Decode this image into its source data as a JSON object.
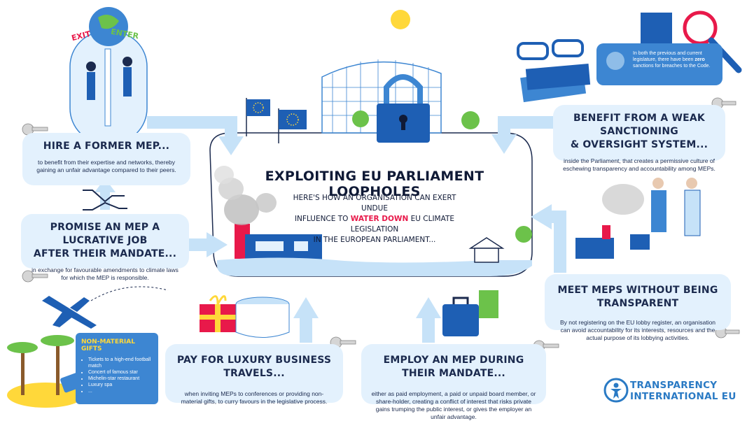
{
  "title": "EXPLOITING EU PARLIAMENT LOOPHOLES",
  "subtitle": {
    "line1": "HERE'S HOW AN ORGANISATION CAN EXERT UNDUE",
    "line2_pre": "INFLUENCE TO",
    "highlight": "WATER DOWN",
    "line2_post": "EU CLIMATE LEGISLATION",
    "line3": "IN THE EUROPEAN PARLIAMENT..."
  },
  "doors": {
    "exit": "EXIT",
    "enter": "ENTER"
  },
  "cards": {
    "hire": {
      "title": "HIRE A FORMER MEP...",
      "text": "to benefit from their expertise and networks, thereby gaining an unfair advantage compared to their peers."
    },
    "promise": {
      "title_line1": "PROMISE AN MEP A LUCRATIVE JOB",
      "title_line2": "AFTER THEIR MANDATE...",
      "text": "in exchange for favourable amendments to climate laws for which the MEP is responsible."
    },
    "travels": {
      "title": "PAY FOR LUXURY BUSINESS TRAVELS...",
      "text": "when inviting MEPs to conferences or providing non-material gifts, to curry favours in the legislative process."
    },
    "employ": {
      "title": "EMPLOY AN MEP DURING THEIR MANDATE...",
      "text": "either as paid employment, a paid or unpaid board member, or share-holder, creating a conflict of interest that risks private gains trumping the public interest, or gives the employer an unfair advantage."
    },
    "meet": {
      "title": "MEET MEPS WITHOUT BEING TRANSPARENT",
      "text": "By not registering on the EU lobby register, an organisation can avoid accountability for its interests, resources and the actual purpose of its lobbying activities."
    },
    "benefit": {
      "title_line1": "BENEFIT FROM A WEAK SANCTIONING",
      "title_line2": "& OVERSIGHT SYSTEM...",
      "text": "inside the Parliament, that creates a permissive culture of eschewing  transparency and accountability among MEPs."
    }
  },
  "gifts": {
    "title": "NON-MATERIAL GIFTS",
    "items": [
      "Tickets to a high-end football match",
      "Concert of famous star",
      "Michelin-star restaurant",
      "Luxury spa",
      "..."
    ]
  },
  "bubble": {
    "text_pre": "In both the previous and current legislature, there have been",
    "bold": "zero",
    "text_post": "sanctions for breaches to the Code."
  },
  "logo": {
    "line1": "TRANSPARENCY",
    "line2": "INTERNATIONAL EU"
  },
  "colors": {
    "navy": "#1b2a4e",
    "card_bg": "#e3f1fd",
    "accent_blue": "#3d86d2",
    "arrow": "#c6e2f8",
    "highlight": "#e8194a",
    "yellow": "#ffd83a"
  }
}
